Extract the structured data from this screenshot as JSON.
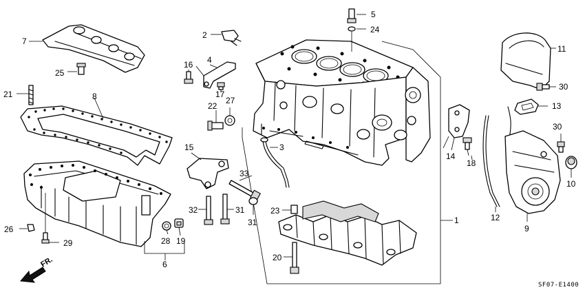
{
  "diagram_code": "SF07-E1400",
  "direction_label": "FR.",
  "callouts": [
    {
      "id": "c1",
      "number": "1"
    },
    {
      "id": "c2",
      "number": "2"
    },
    {
      "id": "c3",
      "number": "3"
    },
    {
      "id": "c4",
      "number": "4"
    },
    {
      "id": "c5",
      "number": "5"
    },
    {
      "id": "c6",
      "number": "6"
    },
    {
      "id": "c7",
      "number": "7"
    },
    {
      "id": "c8",
      "number": "8"
    },
    {
      "id": "c9",
      "number": "9"
    },
    {
      "id": "c10",
      "number": "10"
    },
    {
      "id": "c11",
      "number": "11"
    },
    {
      "id": "c12",
      "number": "12"
    },
    {
      "id": "c13",
      "number": "13"
    },
    {
      "id": "c14",
      "number": "14"
    },
    {
      "id": "c15",
      "number": "15"
    },
    {
      "id": "c16",
      "number": "16"
    },
    {
      "id": "c17",
      "number": "17"
    },
    {
      "id": "c18",
      "number": "18"
    },
    {
      "id": "c19",
      "number": "19"
    },
    {
      "id": "c20",
      "number": "20"
    },
    {
      "id": "c21",
      "number": "21"
    },
    {
      "id": "c22",
      "number": "22"
    },
    {
      "id": "c23",
      "number": "23"
    },
    {
      "id": "c24",
      "number": "24"
    },
    {
      "id": "c25",
      "number": "25"
    },
    {
      "id": "c26",
      "number": "26"
    },
    {
      "id": "c27",
      "number": "27"
    },
    {
      "id": "c28",
      "number": "28"
    },
    {
      "id": "c29",
      "number": "29"
    },
    {
      "id": "c30a",
      "number": "30"
    },
    {
      "id": "c30b",
      "number": "30"
    },
    {
      "id": "c31a",
      "number": "31"
    },
    {
      "id": "c31b",
      "number": "31"
    },
    {
      "id": "c32",
      "number": "32"
    },
    {
      "id": "c33",
      "number": "33"
    }
  ]
}
